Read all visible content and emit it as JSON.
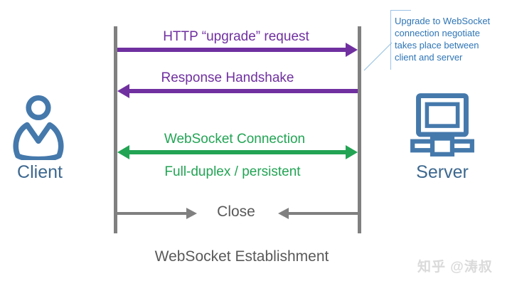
{
  "title": "WebSocket Establishment",
  "actors": {
    "client": {
      "label": "Client"
    },
    "server": {
      "label": "Server"
    }
  },
  "messages": [
    {
      "label": "HTTP “upgrade” request",
      "direction": "client-to-server"
    },
    {
      "label": "Response Handshake",
      "direction": "server-to-client"
    },
    {
      "label": "WebSocket Connection",
      "sublabel": "Full-duplex / persistent",
      "direction": "bidirectional"
    },
    {
      "label": "Close",
      "direction": "both-inward"
    }
  ],
  "callout": {
    "text": "Upgrade to WebSocket connection negotiate takes place between client and server"
  },
  "watermark": "知乎 @涛叔",
  "colors": {
    "purple": "#7030A0",
    "green": "#22A454",
    "line_gray": "#808080",
    "text_gray": "#595959",
    "icon_blue": "#4579AC",
    "actor_label_blue": "#3D688F",
    "callout_text_blue": "#2E75B6",
    "callout_border_blue": "#9DC3E6",
    "watermark_gray": "#DADADA"
  }
}
